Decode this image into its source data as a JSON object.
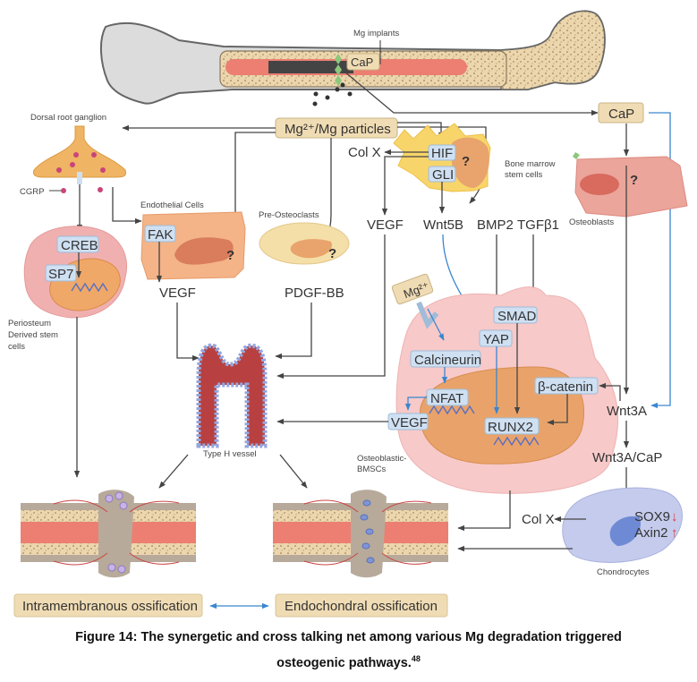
{
  "figure": {
    "caption": {
      "text": "Figure 14: The synergetic and cross talking net among various Mg degradation triggered",
      "text_line2": "osteogenic pathways.",
      "reference": "48"
    },
    "colors": {
      "tan_box": "#f0dcb4",
      "blue_box": "#cfe0f2",
      "blue_arrow": "#3a86d0",
      "vessel_red": "#b84040",
      "marrow_red": "#ec7f72",
      "osteoblast_pink": "#eba59a",
      "bmsc_pink": "#f7c9c9",
      "bone_marrow_yellow": "#f8d56a",
      "chondrocyte_blue": "#c4cbec",
      "arrow_gray": "#444444"
    },
    "top": {
      "mg_implants_label": "Mg implants",
      "cap_implant_label": "CaP"
    },
    "hubs": {
      "mg_particles": "Mg²⁺/Mg particles",
      "cap_right": "CaP",
      "mg_ion": "Mg²⁺"
    },
    "cells": {
      "drg": "Dorsal root ganglion",
      "cgrp": "CGRP",
      "periosteum": [
        "Periosteum",
        "Derived stem",
        "cells"
      ],
      "endothelial": "Endothelial Cells",
      "pre_osteoclasts": "Pre-Osteoclasts",
      "bone_marrow": [
        "Bone marrow",
        "stem cells"
      ],
      "osteoblasts": "Osteoblasts",
      "osteoblastic_bmscs": [
        "Osteoblastic-",
        "BMSCs"
      ],
      "chondrocytes": "Chondrocytes",
      "type_h": "Type H vessel"
    },
    "molecules": {
      "creb": "CREB",
      "sp7": "SP7",
      "fak": "FAK",
      "vegf_endo": "VEGF",
      "pdgf": "PDGF-BB",
      "hif": "HIF",
      "gli": "GLI",
      "colx_top": "Col X",
      "vegf_mid": "VEGF",
      "wnt5b": "Wnt5B",
      "bmp2": "BMP2",
      "tgfb1": "TGFβ1",
      "smad": "SMAD",
      "yap": "YAP",
      "calcineurin": "Calcineurin",
      "nfat": "NFAT",
      "vegf_bmsc": "VEGF",
      "runx2": "RUNX2",
      "bcatenin": "β-catenin",
      "wnt3a": "Wnt3A",
      "wnt3a_cap": "Wnt3A/CaP",
      "colx_bottom": "Col X",
      "sox9": "SOX9",
      "axin2": "Axin2",
      "sox9_trend": "↓",
      "axin2_trend": "↑",
      "unknown": "?"
    },
    "outcomes": {
      "intramembranous": "Intramembranous ossification",
      "endochondral": "Endochondral ossification"
    }
  }
}
